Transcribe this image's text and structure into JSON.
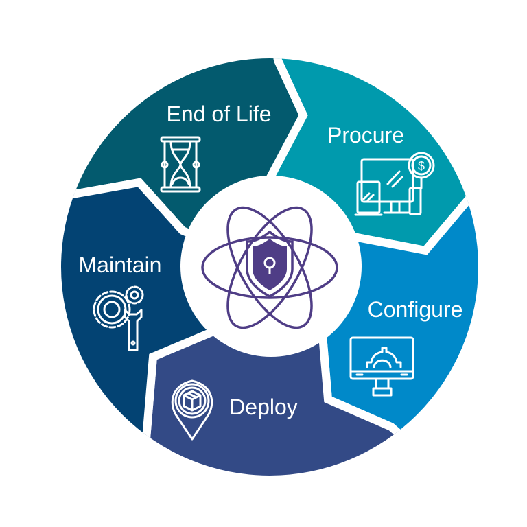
{
  "diagram": {
    "type": "lifecycle-cycle",
    "stages": [
      {
        "label": "Procure",
        "icon": "devices-dollar-icon",
        "color": "#009aad"
      },
      {
        "label": "Configure",
        "icon": "monitor-gear-icon",
        "color": "#0089c9"
      },
      {
        "label": "Deploy",
        "icon": "location-package-icon",
        "color": "#334a86"
      },
      {
        "label": "Maintain",
        "icon": "gears-wrench-icon",
        "color": "#034373"
      },
      {
        "label": "End of Life",
        "icon": "hourglass-icon",
        "color": "#035a6e"
      }
    ],
    "center_icon": "atom-shield-icon",
    "center_color": "#4f3d86"
  }
}
